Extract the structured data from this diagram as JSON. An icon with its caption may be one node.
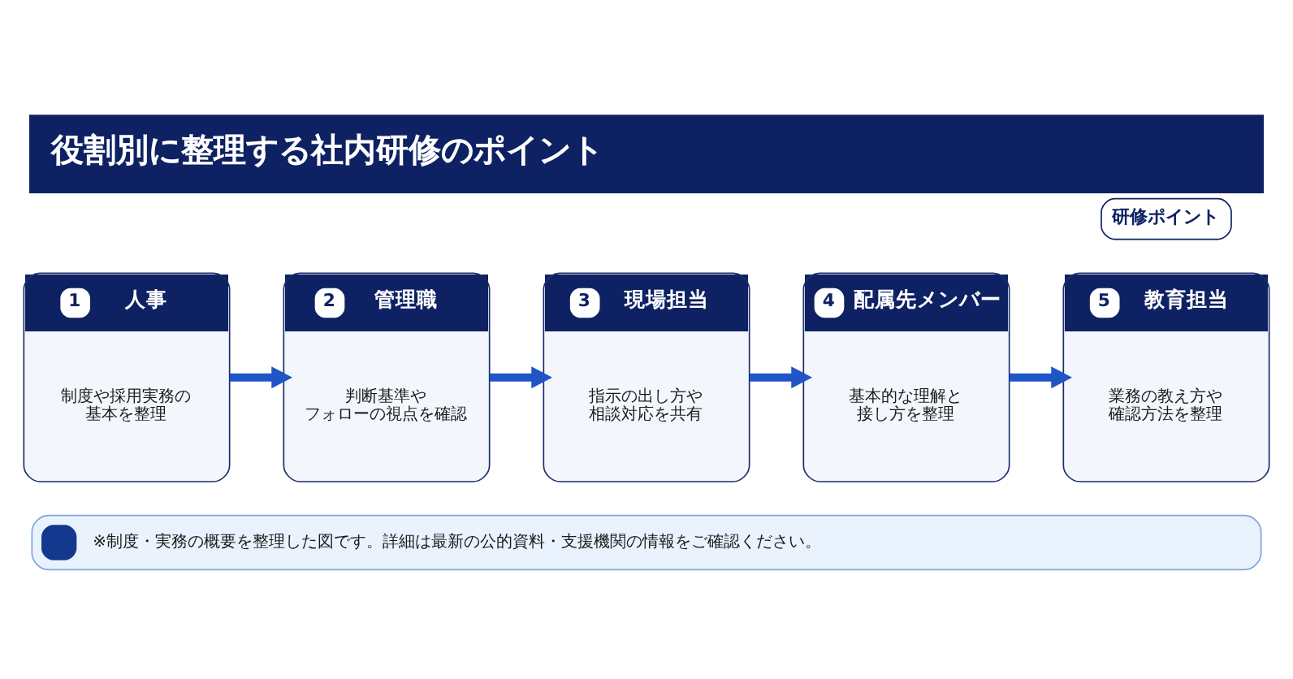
{
  "diagram": {
    "title": "役割別に整理する社内研修のポイント",
    "nodes": [
      {
        "text": [
          "研修ポイント"
        ]
      },
      {
        "text": [
          "1",
          "人事",
          "制度や採用実務の基本を整理"
        ]
      },
      {
        "text": [
          "2",
          "管理職",
          "判断基準やフォローの視点を確認"
        ]
      },
      {
        "text": [
          "3",
          "現場担当",
          "指示の出し方や相談対応を共有"
        ]
      },
      {
        "text": [
          "4",
          "配属先メンバー",
          "基本的な理解と接し方を整理"
        ]
      },
      {
        "text": [
          "5",
          "教育担当",
          "業務の教え方や確認方法を整理"
        ]
      },
      {
        "text": [
          "※制度・実務の概要を整理した図です。詳細は最新の公的資料・支援機関の情報をご確認ください。"
        ]
      }
    ],
    "edges": [
      {
        "from": 1,
        "to": 2,
        "arrow": "to"
      },
      {
        "from": 2,
        "to": 3,
        "arrow": "to"
      },
      {
        "from": 3,
        "to": 4,
        "arrow": "to"
      },
      {
        "from": 4,
        "to": 5,
        "arrow": "to"
      }
    ]
  }
}
